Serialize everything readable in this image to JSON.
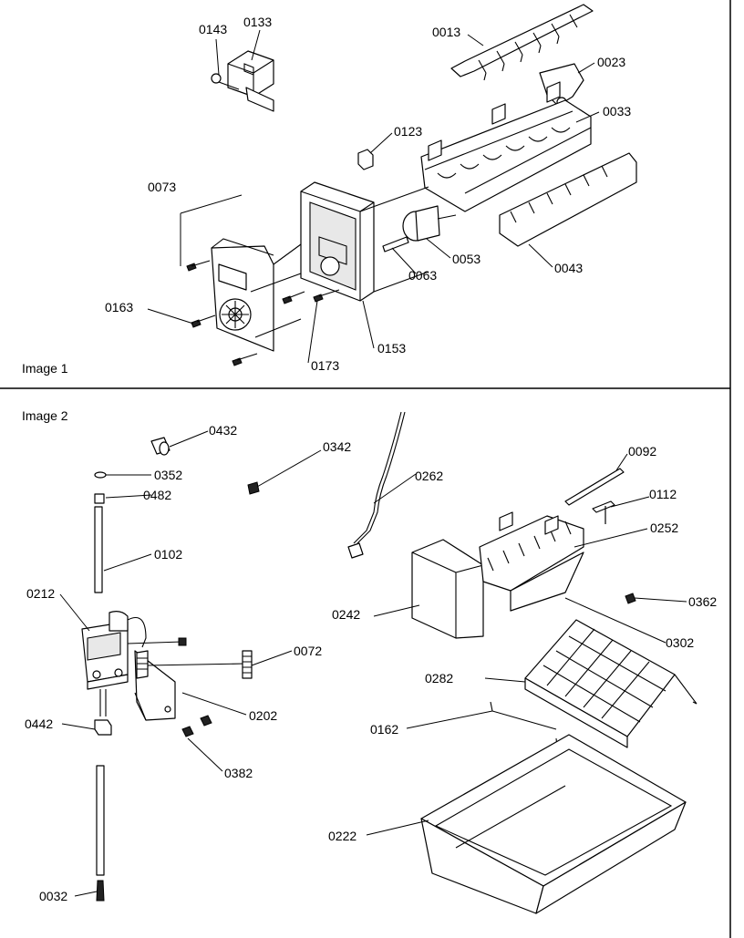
{
  "panels": [
    {
      "caption": "Image 1"
    },
    {
      "caption": "Image 2"
    }
  ],
  "callouts": {
    "p0143": "0143",
    "p0133": "0133",
    "p0013": "0013",
    "p0023": "0023",
    "p0033": "0033",
    "p0123": "0123",
    "p0073": "0073",
    "p0053": "0053",
    "p0063": "0063",
    "p0043": "0043",
    "p0163": "0163",
    "p0153": "0153",
    "p0173": "0173",
    "p0432": "0432",
    "p0342": "0342",
    "p0352": "0352",
    "p0482": "0482",
    "p0262": "0262",
    "p0092": "0092",
    "p0102": "0102",
    "p0112": "0112",
    "p0212": "0212",
    "p0252": "0252",
    "p0072": "0072",
    "p0242": "0242",
    "p0362": "0362",
    "p0302": "0302",
    "p0202": "0202",
    "p0442": "0442",
    "p0282": "0282",
    "p0162": "0162",
    "p0382": "0382",
    "p0222": "0222",
    "p0032": "0032"
  }
}
